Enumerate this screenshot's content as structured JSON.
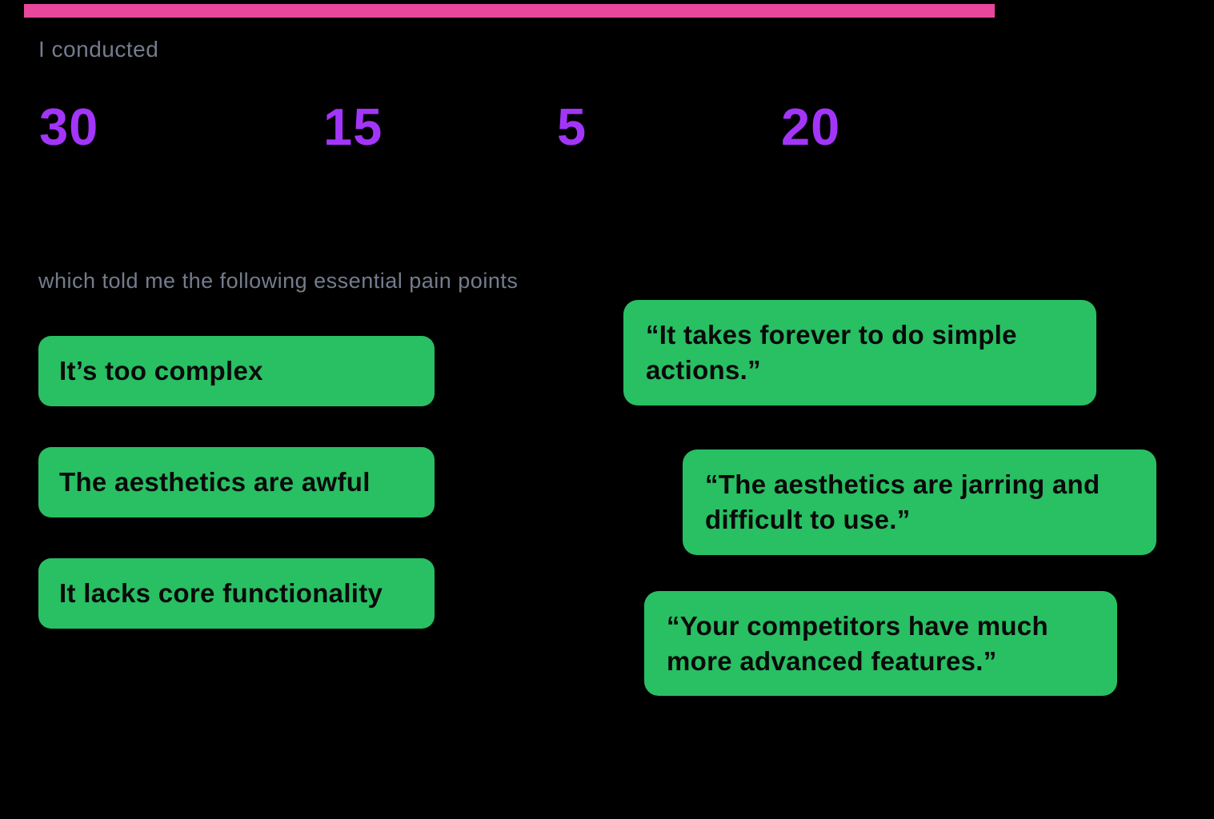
{
  "colors": {
    "bg": "#000000",
    "bar": "#e8479b",
    "stat": "#a335f9",
    "muted": "#747c8d",
    "card": "#29bf63",
    "cardText": "#0a0a0a"
  },
  "intro": {
    "text": "I conducted"
  },
  "stats": [
    {
      "value": "30"
    },
    {
      "value": "15"
    },
    {
      "value": "5"
    },
    {
      "value": "20"
    }
  ],
  "pain_points": {
    "heading": "which told me the following essential pain points",
    "cards": [
      {
        "text": "It’s too complex"
      },
      {
        "text": "The aesthetics are awful"
      },
      {
        "text": "It lacks core functionality"
      }
    ]
  },
  "quotes": [
    {
      "lines": [
        "“It takes forever to do simple",
        "actions.”"
      ]
    },
    {
      "lines": [
        "“The aesthetics are jarring and",
        "difficult to use.”"
      ]
    },
    {
      "lines": [
        "“Your competitors have much",
        "more advanced features.”"
      ]
    }
  ]
}
